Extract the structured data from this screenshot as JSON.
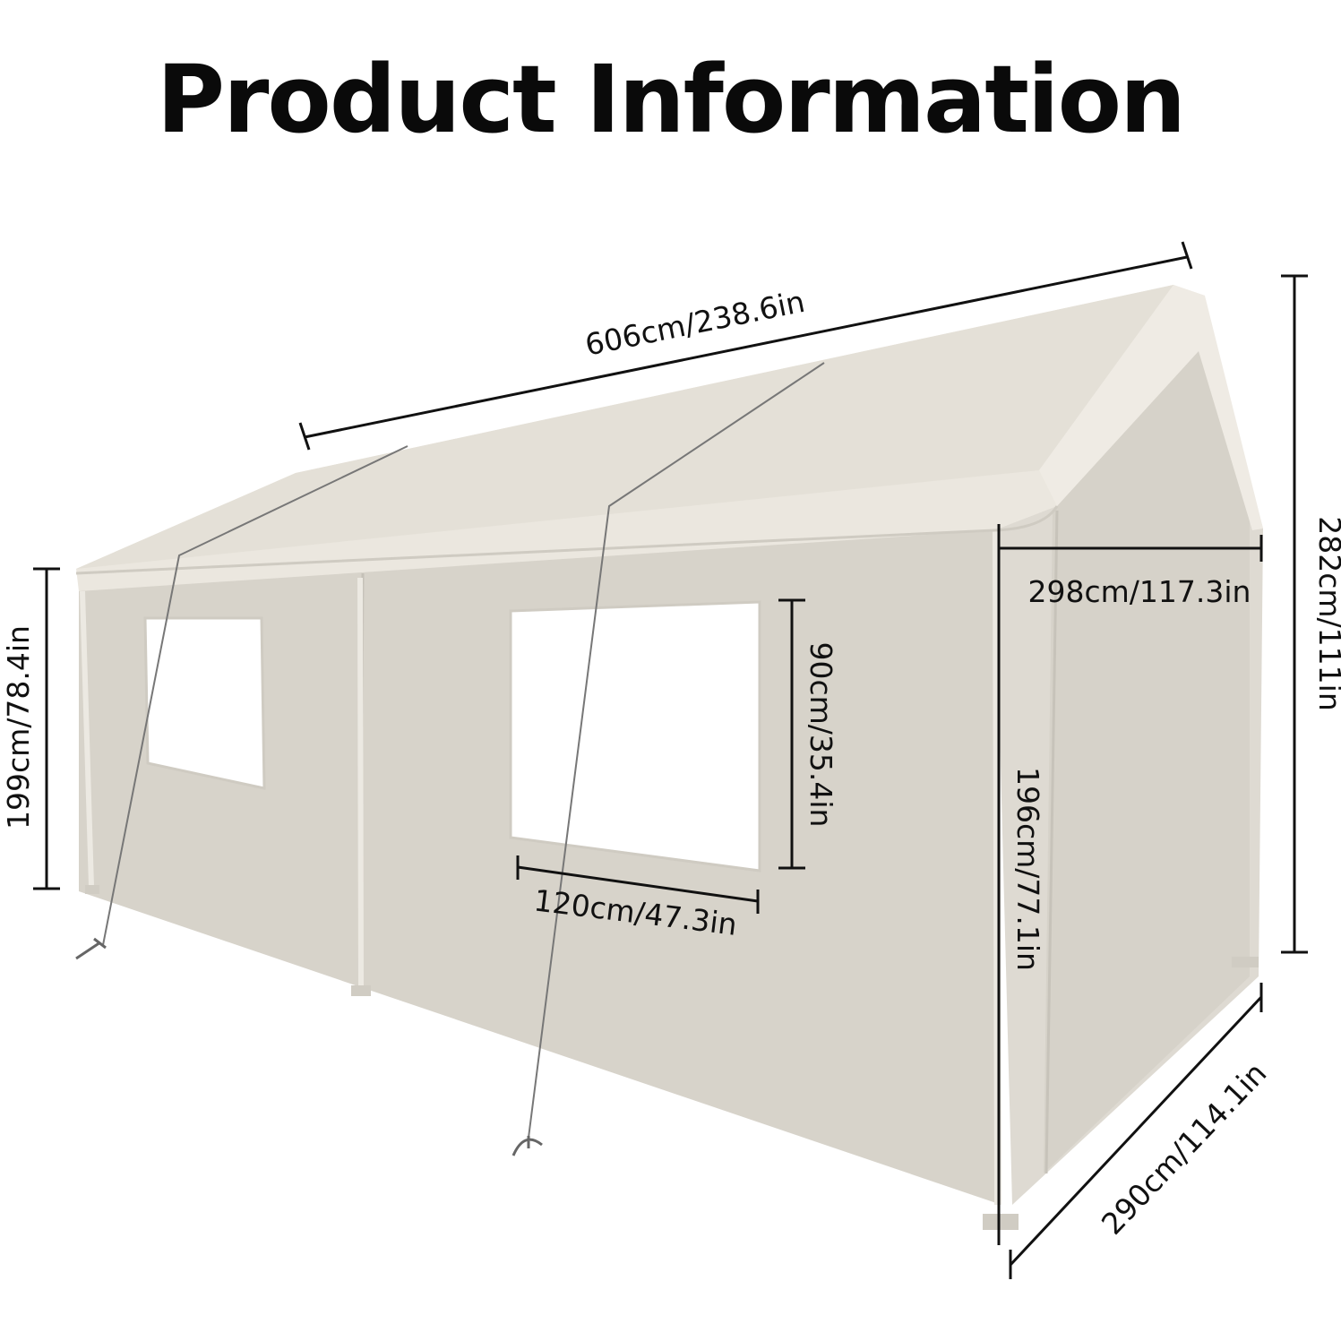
{
  "title": "Product Information",
  "dimensions": {
    "length": "606cm/238.6in",
    "total_height": "282cm/111in",
    "side_height": "199cm/78.4in",
    "front_width": "298cm/117.3in",
    "door_height": "196cm/77.1in",
    "base_width": "290cm/114.1in",
    "window_height": "90cm/35.4in",
    "window_width": "120cm/47.3in"
  },
  "colors": {
    "canopy": "#ece8e1",
    "wall": "#d9d5cc",
    "window": "#ffffff",
    "dimension_line": "#111111"
  }
}
